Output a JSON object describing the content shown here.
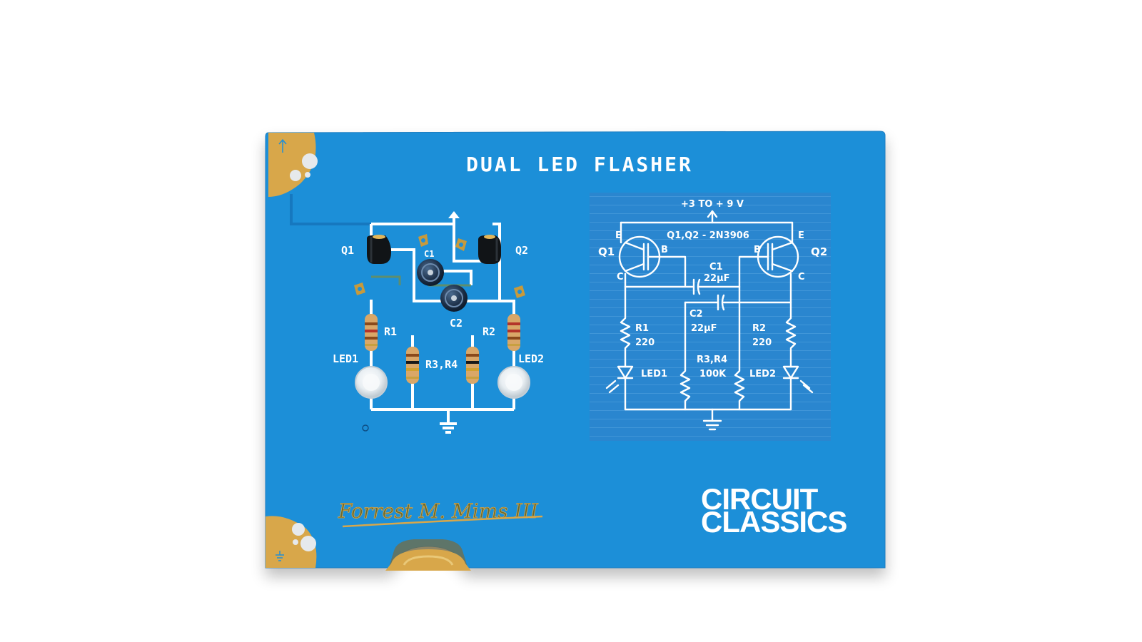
{
  "board": {
    "colors": {
      "pcb": "#1f8fd8",
      "pcb_dark": "#1678bf",
      "gold": "#d8a74a",
      "silk": "#ffffff",
      "sheet": "#2a86cf",
      "logo": "#ffffff"
    },
    "title": "DUAL LED FLASHER",
    "layout_labels": {
      "q1": "Q1",
      "q2": "Q2",
      "c1": "C1",
      "c2": "C2",
      "r1": "R1",
      "r2": "R2",
      "r34": "R3,R4",
      "led1": "LED1",
      "led2": "LED2"
    },
    "schematic": {
      "supply": "+3 TO + 9 V",
      "transistors": "Q1,Q2 - 2N3906",
      "q1": "Q1",
      "q2": "Q2",
      "e": "E",
      "b": "B",
      "c": "C",
      "c1": "C1",
      "c1_value": "22µF",
      "c2": "C2",
      "c2_value": "22µF",
      "r1": "R1",
      "r1_value": "220",
      "r2": "R2",
      "r2_value": "220",
      "r34": "R3,R4",
      "r34_value": "100K",
      "led1": "LED1",
      "led2": "LED2"
    },
    "signature": "Forrest M. Mims III",
    "logo": {
      "line1": "CIRCUIT",
      "line2": "CLASSICS"
    }
  }
}
